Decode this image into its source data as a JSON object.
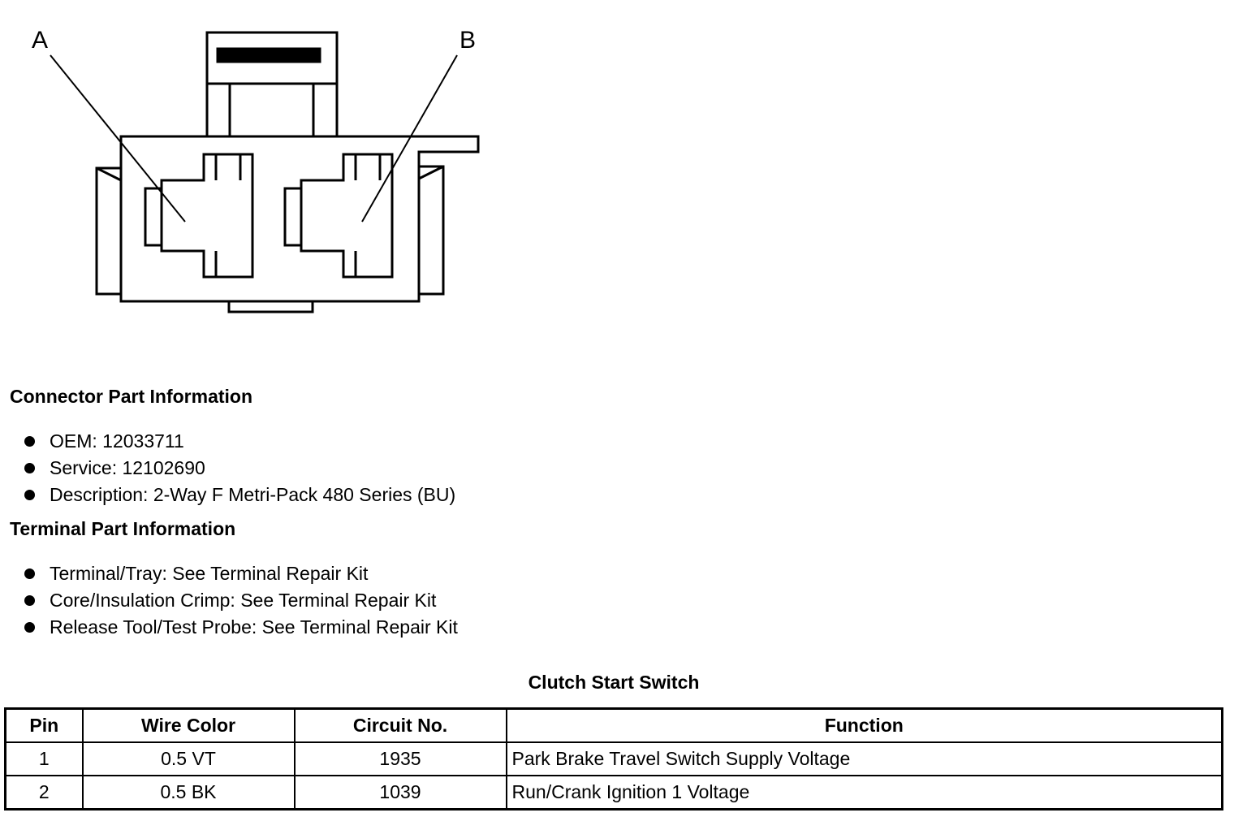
{
  "diagram": {
    "callouts": [
      "A",
      "B"
    ]
  },
  "connector_info": {
    "title": "Connector Part Information",
    "items": [
      "OEM: 12033711",
      "Service: 12102690",
      "Description: 2-Way F Metri-Pack 480 Series (BU)"
    ]
  },
  "terminal_info": {
    "title": "Terminal Part Information",
    "items": [
      "Terminal/Tray: See Terminal Repair Kit",
      "Core/Insulation Crimp: See Terminal Repair Kit",
      "Release Tool/Test Probe: See Terminal Repair Kit"
    ]
  },
  "table": {
    "caption": "Clutch Start Switch",
    "headers": [
      "Pin",
      "Wire Color",
      "Circuit No.",
      "Function"
    ],
    "rows": [
      [
        "1",
        "0.5 VT",
        "1935",
        "Park Brake Travel Switch Supply Voltage"
      ],
      [
        "2",
        "0.5 BK",
        "1039",
        "Run/Crank Ignition 1 Voltage"
      ]
    ]
  }
}
